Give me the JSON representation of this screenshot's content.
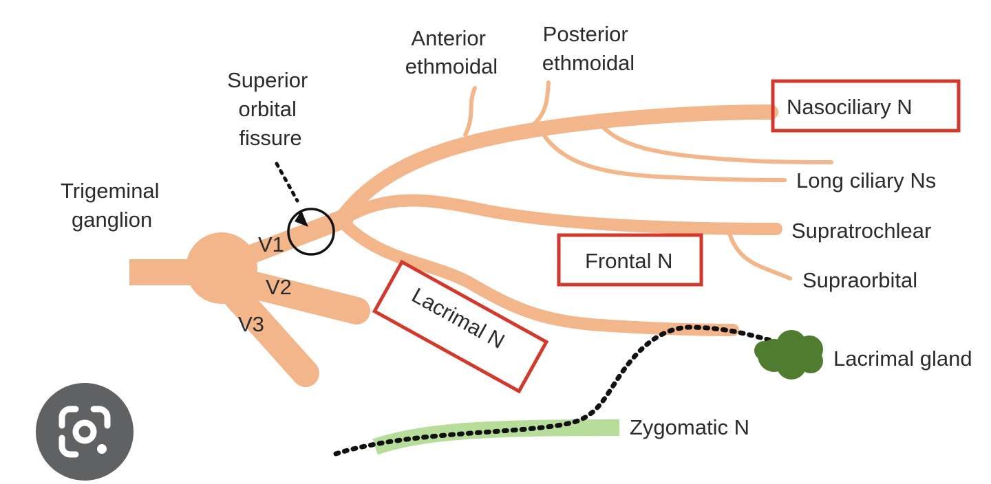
{
  "labels": {
    "trigeminal_ganglion": [
      "Trigeminal",
      "ganglion"
    ],
    "superior_orbital_fissure": [
      "Superior",
      "orbital",
      "fissure"
    ],
    "anterior_ethmoidal": [
      "Anterior",
      "ethmoidal"
    ],
    "posterior_ethmoidal": [
      "Posterior",
      "ethmoidal"
    ],
    "nasociliary": "Nasociliary N",
    "long_ciliary": "Long ciliary Ns",
    "supratrochlear": "Supratrochlear",
    "frontal": "Frontal N",
    "supraorbital": "Supraorbital",
    "lacrimal": "Lacrimal N",
    "lacrimal_gland": "Lacrimal gland",
    "zygomatic": "Zygomatic N",
    "v1": "V1",
    "v2": "V2",
    "v3": "V3"
  },
  "colors": {
    "nerve": "#f2b68a",
    "box": "#d0392b",
    "gland": "#4f7c2e",
    "zygomatic": "#b7dd9b",
    "text": "#2b2b2b"
  },
  "icons": {
    "lens_button": "google-lens-icon"
  }
}
